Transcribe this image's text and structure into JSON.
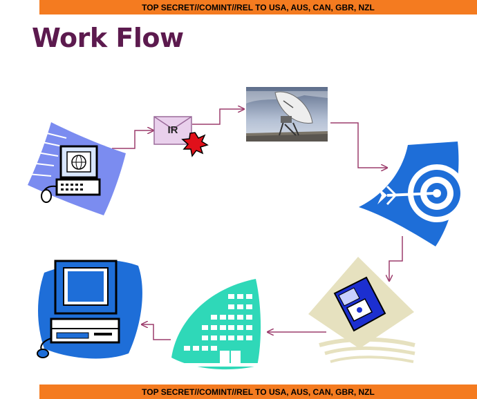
{
  "classification": {
    "top": "TOP SECRET//COMINT//REL TO USA, AUS, CAN, GBR, NZL",
    "bottom": "TOP SECRET//COMINT//REL TO USA, AUS, CAN, GBR, NZL"
  },
  "title": "Work Flow",
  "envelope": {
    "label": "IR"
  },
  "colors": {
    "banner": "#f47b20",
    "title": "#5c1a4e",
    "arrow": "#9c3c6c",
    "clipart_blue": "#1e6ed8",
    "building_teal": "#2fd8b8"
  },
  "icons": {
    "computer_globe": "computer-globe-icon",
    "envelope": "envelope-icon",
    "satellite": "satellite-dish-photo",
    "target": "target-icon",
    "floppy": "floppy-disk-icon",
    "building": "building-icon",
    "computer_analyst": "computer-icon"
  }
}
